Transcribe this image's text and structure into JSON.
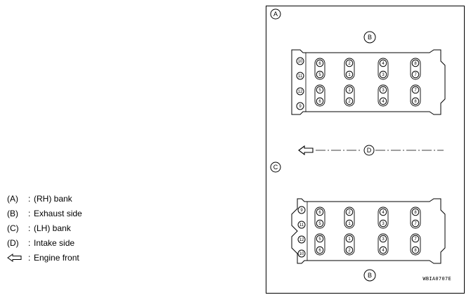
{
  "legend": [
    {
      "key": "(A)",
      "sep": ":",
      "text": "(RH) bank"
    },
    {
      "key": "(B)",
      "sep": ":",
      "text": "Exhaust side"
    },
    {
      "key": "(C)",
      "sep": ":",
      "text": "(LH) bank"
    },
    {
      "key": "(D)",
      "sep": ":",
      "text": "Intake side"
    },
    {
      "icon": "hollow-arrow-left-icon",
      "sep": ":",
      "text": "Engine front"
    }
  ],
  "diagram": {
    "labels": {
      "a": "A",
      "b": "B",
      "c": "C",
      "d": "D"
    },
    "rh_bank": {
      "end_bolts": [
        "10",
        "11",
        "12",
        "9"
      ],
      "upper_rows": [
        [
          "6",
          "5"
        ],
        [
          "2",
          "1"
        ],
        [
          "4",
          "3"
        ],
        [
          "8",
          "7"
        ]
      ],
      "lower_rows": [
        [
          "5",
          "6"
        ],
        [
          "1",
          "2"
        ],
        [
          "3",
          "4"
        ],
        [
          "7",
          "8"
        ]
      ]
    },
    "lh_bank": {
      "end_bolts": [
        "9",
        "11",
        "12",
        "10"
      ],
      "upper_rows": [
        [
          "6",
          "5"
        ],
        [
          "2",
          "1"
        ],
        [
          "4",
          "3"
        ],
        [
          "8",
          "7"
        ]
      ],
      "lower_rows": [
        [
          "5",
          "6"
        ],
        [
          "1",
          "2"
        ],
        [
          "3",
          "4"
        ],
        [
          "7",
          "8"
        ]
      ]
    },
    "code": "WBIA0707E"
  }
}
